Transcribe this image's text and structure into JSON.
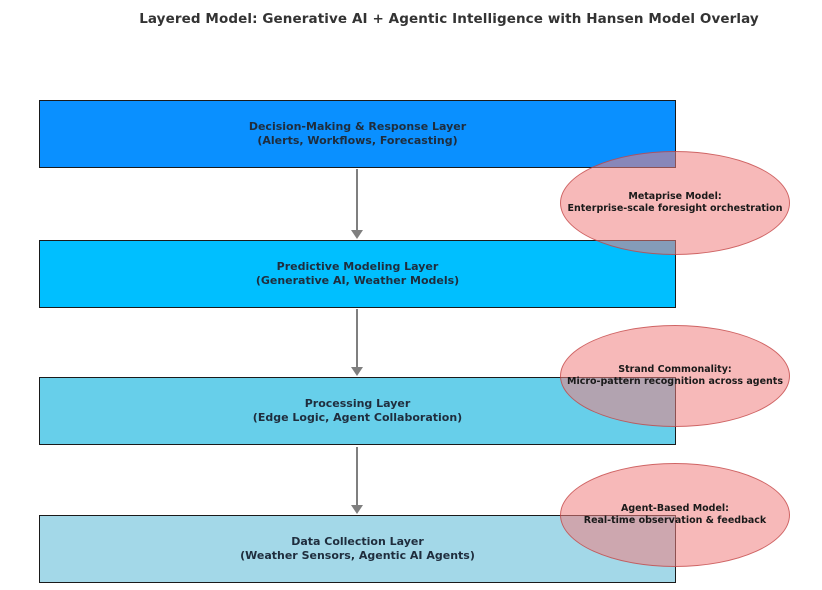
{
  "title": "Layered Model: Generative AI + Agentic Intelligence with Hansen Model Overlay",
  "layers": [
    {
      "title": "Decision-Making & Response Layer",
      "subtitle": "(Alerts, Workflows, Forecasting)",
      "fill": "#0a90ff"
    },
    {
      "title": "Predictive Modeling Layer",
      "subtitle": "(Generative AI, Weather Models)",
      "fill": "#00bfff"
    },
    {
      "title": "Processing Layer",
      "subtitle": "(Edge Logic, Agent Collaboration)",
      "fill": "#67cfea"
    },
    {
      "title": "Data Collection Layer",
      "subtitle": "(Weather Sensors, Agentic AI Agents)",
      "fill": "#a3d8e8"
    }
  ],
  "overlays": [
    {
      "title": "Metaprise Model:",
      "subtitle": "Enterprise-scale foresight orchestration",
      "fill": "rgba(240,128,128,0.55)"
    },
    {
      "title": "Strand Commonality:",
      "subtitle": "Micro-pattern recognition across agents",
      "fill": "rgba(240,128,128,0.55)"
    },
    {
      "title": "Agent-Based Model:",
      "subtitle": "Real-time observation & feedback",
      "fill": "rgba(240,128,128,0.55)"
    }
  ],
  "colors": {
    "background": "#ffffff",
    "layer_border": "#1a1a1a",
    "arrow": "#7f7f7f",
    "overlay_border": "rgba(186,56,56,0.65)",
    "title_text": "#333333",
    "layer_text": "#1f2d3d",
    "overlay_text": "#1a1a1a"
  }
}
